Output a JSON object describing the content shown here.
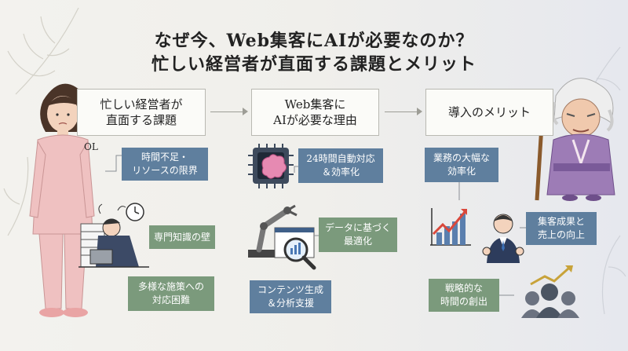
{
  "title": {
    "line1": "なぜ今、Web集客にAIが必要なのか？",
    "line2": "忙しい経営者が直面する課題とメリット"
  },
  "columns": [
    {
      "header": "忙しい経営者が\n直面する課題"
    },
    {
      "header": "Web集客に\nAIが必要な理由"
    },
    {
      "header": "導入のメリット"
    }
  ],
  "person_label": "OL",
  "challenges": [
    {
      "label": "時間不足・\nリソースの限界"
    },
    {
      "label": "専門知識の壁"
    },
    {
      "label": "多様な施策への\n対応困難"
    }
  ],
  "reasons": [
    {
      "label": "24時間自動対応\n＆効率化"
    },
    {
      "label": "データに基づく\n最適化"
    },
    {
      "label": "コンテンツ生成\n＆分析支援"
    }
  ],
  "benefits": [
    {
      "label": "業務の大幅な\n効率化"
    },
    {
      "label": "集客成果と\n売上の向上"
    },
    {
      "label": "戦略的な\n時間の創出"
    }
  ],
  "colors": {
    "blue_badge": "#5f7f9e",
    "green_badge": "#7b9a7c"
  },
  "icons": [
    "businesswoman-illustration",
    "overworked-manager-icon",
    "clock-icon",
    "ai-brain-chip-icon",
    "robot-arm-icon",
    "magnifier-chart-icon",
    "growth-chart-icon",
    "businessman-ok-icon",
    "team-growth-icon",
    "elderly-woman-illustration"
  ]
}
